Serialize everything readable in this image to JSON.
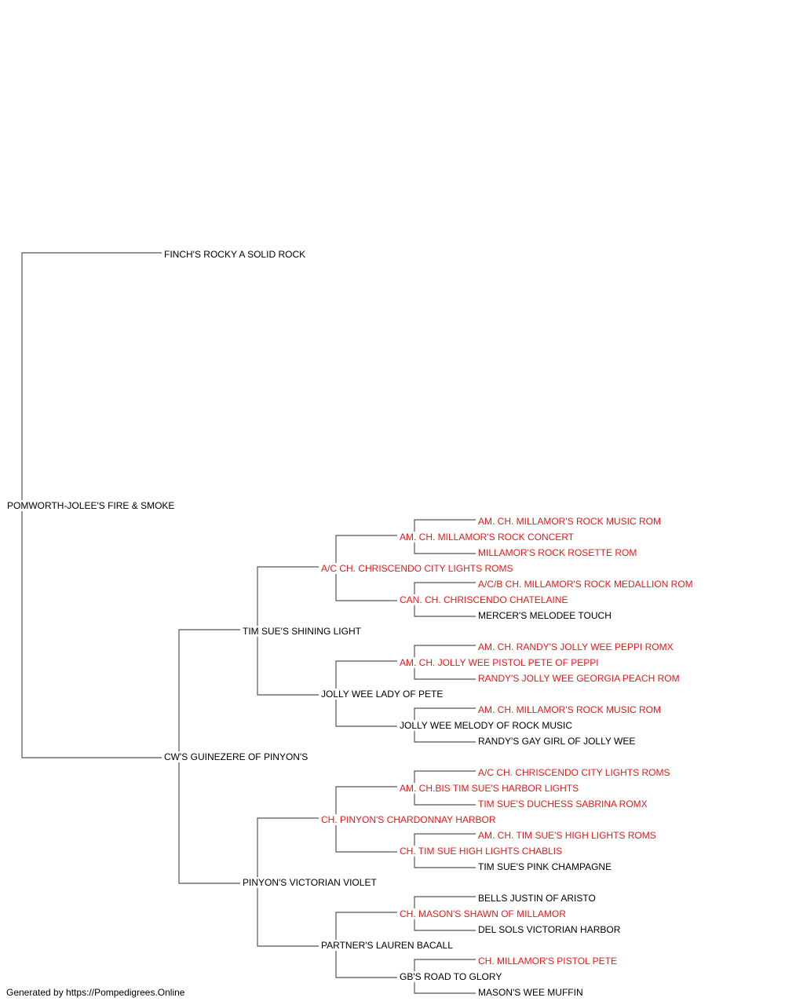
{
  "pedigree": {
    "subject": {
      "name": "POMWORTH-JOLEE'S FIRE & SMOKE",
      "champion": false
    },
    "sire": {
      "name": "FINCH'S ROCKY A SOLID ROCK",
      "champion": false
    },
    "dam": {
      "name": "CW'S GUINEZERE OF PINYON'S",
      "champion": false
    },
    "dam_sire": {
      "name": "TIM SUE'S SHINING LIGHT",
      "champion": false
    },
    "dam_dam": {
      "name": "PINYON'S VICTORIAN VIOLET",
      "champion": false
    },
    "dam_sire_sire": {
      "name": "A/C CH. CHRISCENDO CITY LIGHTS ROMS",
      "champion": true
    },
    "dam_sire_dam": {
      "name": "JOLLY WEE LADY OF PETE",
      "champion": false
    },
    "dam_dam_sire": {
      "name": "CH. PINYON'S CHARDONNAY HARBOR",
      "champion": true
    },
    "dam_dam_dam": {
      "name": "PARTNER'S LAUREN BACALL",
      "champion": false
    },
    "dss_sire": {
      "name": "AM. CH. MILLAMOR'S ROCK CONCERT",
      "champion": true
    },
    "dss_dam": {
      "name": "CAN. CH. CHRISCENDO CHATELAINE",
      "champion": true
    },
    "dsd_sire": {
      "name": "AM. CH. JOLLY WEE PISTOL PETE OF PEPPI",
      "champion": true
    },
    "dsd_dam": {
      "name": "JOLLY WEE MELODY OF ROCK MUSIC",
      "champion": false
    },
    "dds_sire": {
      "name": "AM. CH.BIS TIM SUE'S HARBOR LIGHTS",
      "champion": true
    },
    "dds_dam": {
      "name": "CH. TIM SUE HIGH LIGHTS CHABLIS",
      "champion": true
    },
    "ddd_sire": {
      "name": "CH. MASON'S SHAWN OF MILLAMOR",
      "champion": true
    },
    "ddd_dam": {
      "name": "GB'S ROAD TO GLORY",
      "champion": false
    },
    "g5_1": {
      "name": "AM. CH. MILLAMOR'S ROCK MUSIC ROM",
      "champion": true
    },
    "g5_2": {
      "name": "MILLAMOR'S ROCK ROSETTE ROM",
      "champion": true
    },
    "g5_3": {
      "name": "A/C/B CH. MILLAMOR'S ROCK MEDALLION ROM",
      "champion": true
    },
    "g5_4": {
      "name": "MERCER'S MELODEE TOUCH",
      "champion": false
    },
    "g5_5": {
      "name": "AM. CH. RANDY'S JOLLY WEE PEPPI ROMX",
      "champion": true
    },
    "g5_6": {
      "name": "RANDY'S JOLLY WEE GEORGIA PEACH ROM",
      "champion": true
    },
    "g5_7": {
      "name": "AM. CH. MILLAMOR'S ROCK MUSIC ROM",
      "champion": true
    },
    "g5_8": {
      "name": "RANDY'S GAY GIRL OF JOLLY WEE",
      "champion": false
    },
    "g5_9": {
      "name": "A/C CH. CHRISCENDO CITY LIGHTS ROMS",
      "champion": true
    },
    "g5_10": {
      "name": "TIM SUE'S DUCHESS SABRINA ROMX",
      "champion": true
    },
    "g5_11": {
      "name": "AM. CH. TIM SUE'S HIGH LIGHTS ROMS",
      "champion": true
    },
    "g5_12": {
      "name": "TIM SUE'S PINK CHAMPAGNE",
      "champion": false
    },
    "g5_13": {
      "name": "BELLS JUSTIN OF ARISTO",
      "champion": false
    },
    "g5_14": {
      "name": "DEL SOLS VICTORIAN HARBOR",
      "champion": false
    },
    "g5_15": {
      "name": "CH. MILLAMOR'S PISTOL PETE",
      "champion": true
    },
    "g5_16": {
      "name": "MASON'S WEE MUFFIN",
      "champion": false
    }
  },
  "colors": {
    "champion": "#e41a1c",
    "normal": "#000000",
    "line": "#555555"
  },
  "footer": "Generated by https://Pompedigrees.Online"
}
